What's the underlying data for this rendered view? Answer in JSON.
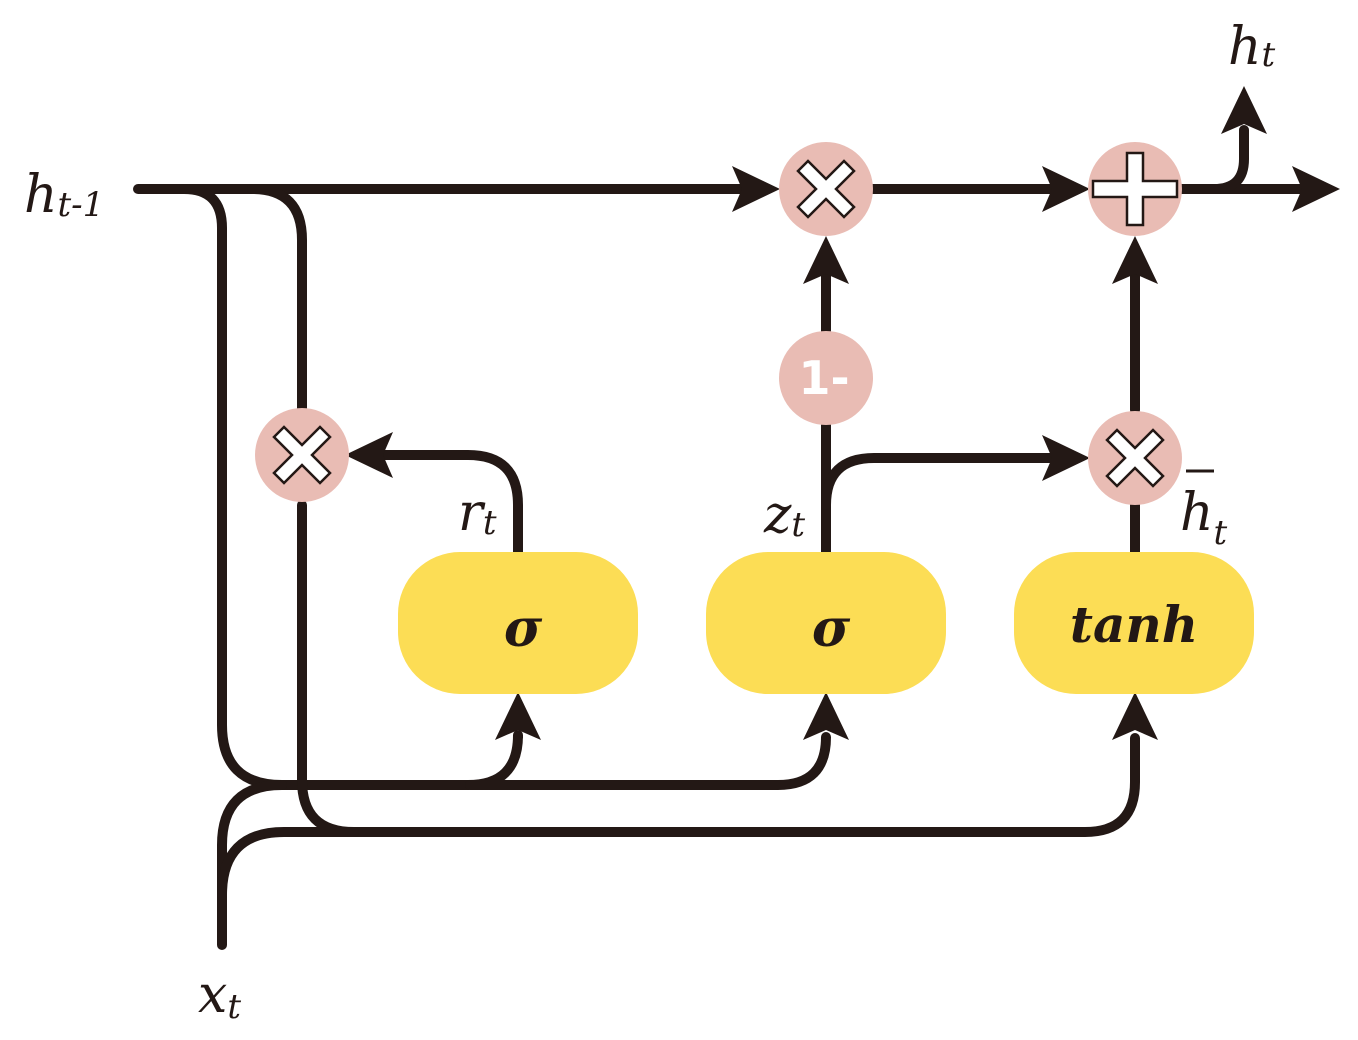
{
  "colors": {
    "wire": "#231815",
    "gate_fill": "#fcdd55",
    "operator_fill": "#e9bcb4",
    "operator_symbol": "#ffffff"
  },
  "labels": {
    "h_prev_base": "h",
    "h_prev_sub": "t-1",
    "h_out_base": "h",
    "h_out_sub": "t",
    "x_base": "x",
    "x_sub": "t",
    "r_base": "r",
    "r_sub": "t",
    "z_base": "z",
    "z_sub": "t",
    "hbar_base": "h",
    "hbar_sub": "t"
  },
  "gates": {
    "reset_gate": "σ",
    "update_gate": "σ",
    "candidate_gate": "tanh"
  },
  "operators": {
    "one_minus": "1-",
    "multiply_icon": "multiply-icon",
    "add_icon": "plus-icon"
  }
}
